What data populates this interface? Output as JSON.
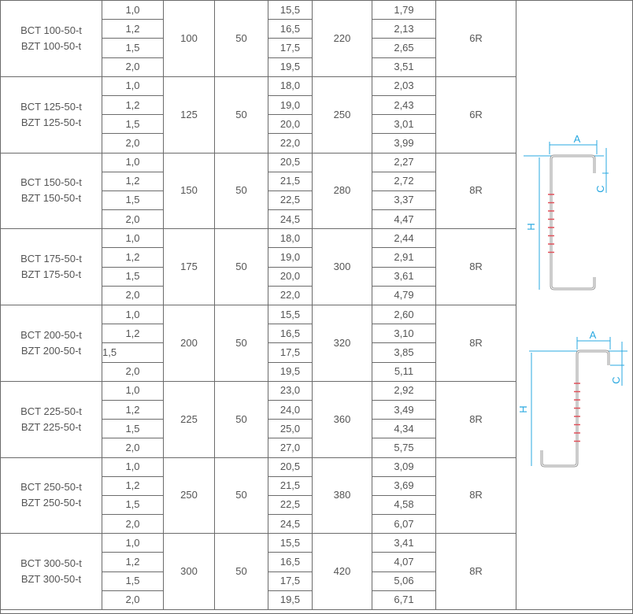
{
  "diagram_labels": {
    "a": "A",
    "h": "H",
    "c": "C"
  },
  "groups": [
    {
      "names": [
        "BCT 100-50-t",
        "BZT 100-50-t"
      ],
      "t": [
        "1,0",
        "1,2",
        "1,5",
        "2,0"
      ],
      "h": "100",
      "a": "50",
      "weight": [
        "15,5",
        "16,5",
        "17,5",
        "19,5"
      ],
      "c": "220",
      "area": [
        "1,79",
        "2,13",
        "2,65",
        "3,51"
      ],
      "bolts": "6R"
    },
    {
      "names": [
        "BCT 125-50-t",
        "BZT 125-50-t"
      ],
      "t": [
        "1,0",
        "1,2",
        "1,5",
        "2,0"
      ],
      "h": "125",
      "a": "50",
      "weight": [
        "18,0",
        "19,0",
        "20,0",
        "22,0"
      ],
      "c": "250",
      "area": [
        "2,03",
        "2,43",
        "3,01",
        "3,99"
      ],
      "bolts": "6R"
    },
    {
      "names": [
        "BCT 150-50-t",
        "BZT 150-50-t"
      ],
      "t": [
        "1,0",
        "1,2",
        "1,5",
        "2,0"
      ],
      "h": "150",
      "a": "50",
      "weight": [
        "20,5",
        "21,5",
        "22,5",
        "24,5"
      ],
      "c": "280",
      "area": [
        "2,27",
        "2,72",
        "3,37",
        "4,47"
      ],
      "bolts": "8R"
    },
    {
      "names": [
        "BCT 175-50-t",
        "BZT 175-50-t"
      ],
      "t": [
        "1,0",
        "1,2",
        "1,5",
        "2,0"
      ],
      "h": "175",
      "a": "50",
      "weight": [
        "18,0",
        "19,0",
        "20,0",
        "22,0"
      ],
      "c": "300",
      "area": [
        "2,44",
        "2,91",
        "3,61",
        "4,79"
      ],
      "bolts": "8R"
    },
    {
      "names": [
        "BCT 200-50-t",
        "BZT 200-50-t"
      ],
      "t": [
        "1,0",
        "1,2",
        "1,5",
        "2,0"
      ],
      "left_t": 2,
      "h": "200",
      "a": "50",
      "weight": [
        "15,5",
        "16,5",
        "17,5",
        "19,5"
      ],
      "c": "320",
      "area": [
        "2,60",
        "3,10",
        "3,85",
        "5,11"
      ],
      "bolts": "8R"
    },
    {
      "names": [
        "BCT 225-50-t",
        "BZT 225-50-t"
      ],
      "t": [
        "1,0",
        "1,2",
        "1,5",
        "2,0"
      ],
      "h": "225",
      "a": "50",
      "weight": [
        "23,0",
        "24,0",
        "25,0",
        "27,0"
      ],
      "c": "360",
      "area": [
        "2,92",
        "3,49",
        "4,34",
        "5,75"
      ],
      "bolts": "8R"
    },
    {
      "names": [
        "BCT 250-50-t",
        "BZT 250-50-t"
      ],
      "t": [
        "1,0",
        "1,2",
        "1,5",
        "2,0"
      ],
      "h": "250",
      "a": "50",
      "weight": [
        "20,5",
        "21,5",
        "22,5",
        "24,5"
      ],
      "c": "380",
      "area": [
        "3,09",
        "3,69",
        "4,58",
        "6,07"
      ],
      "bolts": "8R"
    },
    {
      "names": [
        "BCT 300-50-t",
        "BZT 300-50-t"
      ],
      "t": [
        "1,0",
        "1,2",
        "1,5",
        "2,0"
      ],
      "h": "300",
      "a": "50",
      "weight": [
        "15,5",
        "16,5",
        "17,5",
        "19,5"
      ],
      "c": "420",
      "area": [
        "3,41",
        "4,07",
        "5,06",
        "6,71"
      ],
      "bolts": "8R"
    }
  ],
  "colors": {
    "border": "#6b6b6b",
    "text": "#555555",
    "dimension": "#29a8e0",
    "holes": "#e0505a",
    "profile": "#9a9a9a"
  }
}
